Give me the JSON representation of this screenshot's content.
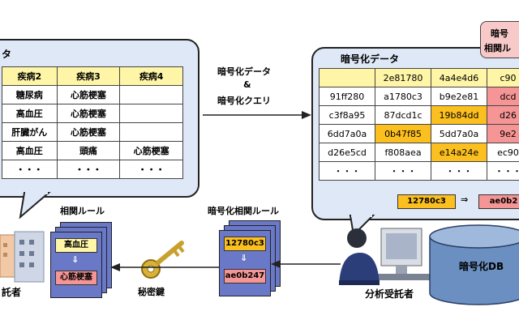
{
  "left_panel": {
    "title": "タ",
    "headers": [
      "疾病2",
      "疾病3",
      "疾病4"
    ],
    "rows": [
      [
        "糖尿病",
        "心筋梗塞",
        ""
      ],
      [
        "高血圧",
        "心筋梗塞",
        ""
      ],
      [
        "肝臓がん",
        "心筋梗塞",
        ""
      ],
      [
        "高血圧",
        "頭痛",
        "心筋梗塞"
      ],
      [
        "・・・",
        "・・・",
        "・・・"
      ]
    ]
  },
  "middle_top": {
    "line1": "暗号化データ",
    "amp": "&",
    "line2": "暗号化クエリ"
  },
  "right_panel": {
    "title": "暗号化データ",
    "rows": [
      [
        "",
        "2e81780",
        "4a4e4d6",
        "c90"
      ],
      [
        "91ff280",
        "a1780c3",
        "b9e2e81",
        "dcd"
      ],
      [
        "c3f8a95",
        "87dcd1c",
        "19b84dd",
        "d26"
      ],
      [
        "6dd7a0a",
        "0b47f85",
        "5dd7a0a",
        "9e2"
      ],
      [
        "d26e5cd",
        "f808aea",
        "e14a24e",
        "ec90"
      ],
      [
        "・・・",
        "・・・",
        "・・・",
        "・・・"
      ]
    ],
    "rule_from": "12780c3",
    "rule_arrow": "⇒",
    "rule_to": "ae0b2",
    "corner_label_1": "暗号",
    "corner_label_2": "相関ル"
  },
  "correlation_rule": {
    "label": "相関ルール",
    "from": "高血圧",
    "arrow": "⇓",
    "to": "心筋梗塞"
  },
  "enc_correlation_rule": {
    "label": "暗号化相関ルール",
    "from": "12780c3",
    "arrow": "⇓",
    "to": "ae0b247"
  },
  "secret_key": {
    "label": "秘密鍵"
  },
  "consigner": {
    "label": "託者"
  },
  "analyst": {
    "label": "分析受託者"
  },
  "db": {
    "label": "暗号化DB"
  },
  "colors": {
    "yellow": "#fef5a6",
    "orange": "#fbbf1f",
    "pink": "#f69595",
    "bubble": "#dfe8f6"
  }
}
